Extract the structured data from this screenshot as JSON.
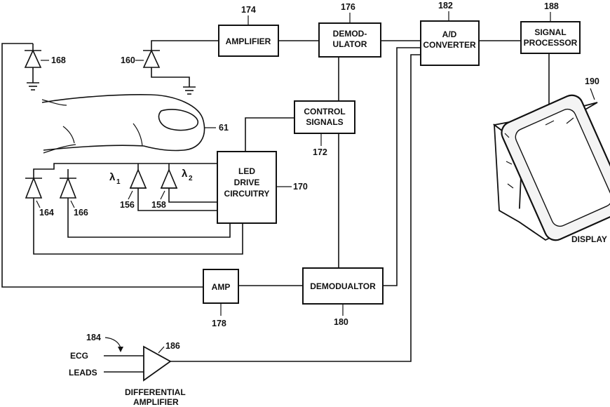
{
  "blocks": {
    "amplifier": "AMPLIFIER",
    "demodulator_top_1": "DEMOD-",
    "demodulator_top_2": "ULATOR",
    "ad_converter_1": "A/D",
    "ad_converter_2": "CONVERTER",
    "signal_processor_1": "SIGNAL",
    "signal_processor_2": "PROCESSOR",
    "control_signals_1": "CONTROL",
    "control_signals_2": "SIGNALS",
    "led_drive_1": "LED",
    "led_drive_2": "DRIVE",
    "led_drive_3": "CIRCUITRY",
    "amp": "AMP",
    "demodulator_bottom": "DEMODUALTOR"
  },
  "refs": {
    "r174": "174",
    "r176": "176",
    "r182": "182",
    "r188": "188",
    "r190": "190",
    "r168": "168",
    "r160": "160",
    "r61": "61",
    "r172": "172",
    "r170": "170",
    "r164": "164",
    "r166": "166",
    "r156": "156",
    "r158": "158",
    "r178": "178",
    "r180": "180",
    "r184": "184",
    "r186": "186"
  },
  "symbols": {
    "lambda1": "λ",
    "lambda1_sub": "1",
    "lambda2": "λ",
    "lambda2_sub": "2"
  },
  "labels": {
    "display": "DISPLAY",
    "ecg": "ECG",
    "leads": "LEADS",
    "diff_amp_1": "DIFFERENTIAL",
    "diff_amp_2": "AMPLIFIER"
  }
}
